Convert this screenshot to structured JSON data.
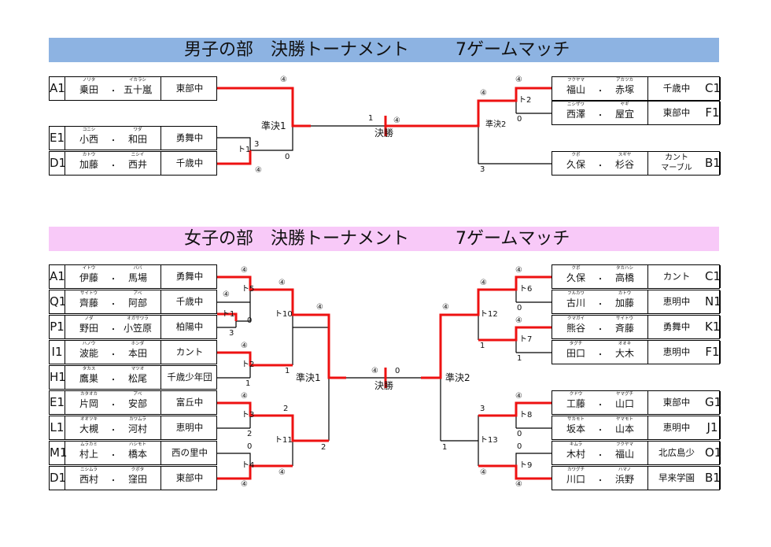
{
  "male": {
    "title_a": "男子の部　決勝トーナメント",
    "title_b": "7ゲームマッチ",
    "left_entries": [
      {
        "code": "A1",
        "p1_kana": "ノリタ",
        "p1": "乗田",
        "p2_kana": "イカラシ",
        "p2": "五十嵐",
        "school": "東部中"
      },
      {
        "code": "E1",
        "p1_kana": "コニシ",
        "p1": "小西",
        "p2_kana": "ワダ",
        "p2": "和田",
        "school": "勇舞中"
      },
      {
        "code": "D1",
        "p1_kana": "カトウ",
        "p1": "加藤",
        "p2_kana": "ニシイ",
        "p2": "西井",
        "school": "千歳中"
      }
    ],
    "right_entries": [
      {
        "code": "C1",
        "p1_kana": "フクヤマ",
        "p1": "福山",
        "p2_kana": "アカツカ",
        "p2": "赤塚",
        "school": "千歳中"
      },
      {
        "code": "F1",
        "p1_kana": "ニシザワ",
        "p1": "西澤",
        "p2_kana": "ヤギ",
        "p2": "屋宜",
        "school": "東部中"
      },
      {
        "code": "B1",
        "p1_kana": "クボ",
        "p1": "久保",
        "p2_kana": "スギヤ",
        "p2": "杉谷",
        "school": "カント\nマーブル"
      }
    ],
    "labels": {
      "m_t1": "ト1",
      "m_t2": "ト2",
      "semi1": "準決1",
      "semi2": "準決2",
      "final": "決勝",
      "s_a1": "④",
      "s_t1_top": "3",
      "s_t1_bot": "④",
      "s_semi1_bot": "0",
      "s_final_left": "1",
      "s_final_right": "④",
      "s_t2_top": "④",
      "s_t2_bot": "0",
      "s_semi2_top": "④",
      "s_semi2_bot": "3"
    }
  },
  "female": {
    "title_a": "女子の部　決勝トーナメント",
    "title_b": "7ゲームマッチ",
    "left_entries": [
      {
        "code": "A1",
        "p1_kana": "イトウ",
        "p1": "伊藤",
        "p2_kana": "ババ",
        "p2": "馬場",
        "school": "勇舞中"
      },
      {
        "code": "Q1",
        "p1_kana": "サイトウ",
        "p1": "齊藤",
        "p2_kana": "アベ",
        "p2": "阿部",
        "school": "千歳中"
      },
      {
        "code": "P1",
        "p1_kana": "ノダ",
        "p1": "野田",
        "p2_kana": "オガサワラ",
        "p2": "小笠原",
        "school": "柏陽中"
      },
      {
        "code": "I1",
        "p1_kana": "ハノウ",
        "p1": "波能",
        "p2_kana": "ホンダ",
        "p2": "本田",
        "school": "カント"
      },
      {
        "code": "H1",
        "p1_kana": "タカス",
        "p1": "鷹巣",
        "p2_kana": "マツオ",
        "p2": "松尾",
        "school": "千歳少年団"
      },
      {
        "code": "E1",
        "p1_kana": "カタオカ",
        "p1": "片岡",
        "p2_kana": "アベ",
        "p2": "安部",
        "school": "富丘中"
      },
      {
        "code": "L1",
        "p1_kana": "オオツキ",
        "p1": "大槻",
        "p2_kana": "カワムラ",
        "p2": "河村",
        "school": "恵明中"
      },
      {
        "code": "M1",
        "p1_kana": "ムラカミ",
        "p1": "村上",
        "p2_kana": "ハシモト",
        "p2": "橋本",
        "school": "西の里中"
      },
      {
        "code": "D1",
        "p1_kana": "ニシムラ",
        "p1": "西村",
        "p2_kana": "クボタ",
        "p2": "窪田",
        "school": "東部中"
      }
    ],
    "right_entries": [
      {
        "code": "C1",
        "p1_kana": "クボ",
        "p1": "久保",
        "p2_kana": "タカハシ",
        "p2": "高橋",
        "school": "カント"
      },
      {
        "code": "N1",
        "p1_kana": "フルカワ",
        "p1": "古川",
        "p2_kana": "カトウ",
        "p2": "加藤",
        "school": "恵明中"
      },
      {
        "code": "K1",
        "p1_kana": "クマガイ",
        "p1": "熊谷",
        "p2_kana": "サイトウ",
        "p2": "斉藤",
        "school": "勇舞中"
      },
      {
        "code": "F1",
        "p1_kana": "タグチ",
        "p1": "田口",
        "p2_kana": "オオキ",
        "p2": "大木",
        "school": "恵明中"
      },
      {
        "code": "G1",
        "p1_kana": "クドウ",
        "p1": "工藤",
        "p2_kana": "ヤマグチ",
        "p2": "山口",
        "school": "東部中"
      },
      {
        "code": "J1",
        "p1_kana": "サカモト",
        "p1": "坂本",
        "p2_kana": "ヤマモト",
        "p2": "山本",
        "school": "恵明中"
      },
      {
        "code": "O1",
        "p1_kana": "キムラ",
        "p1": "木村",
        "p2_kana": "フクヤマ",
        "p2": "福山",
        "school": "北広島少"
      },
      {
        "code": "B1",
        "p1_kana": "カワグチ",
        "p1": "川口",
        "p2_kana": "ハマノ",
        "p2": "浜野",
        "school": "早来学園"
      }
    ],
    "labels": {
      "t1": "ト1",
      "t2": "ト2",
      "t3": "ト3",
      "t4": "ト4",
      "t5": "ト5",
      "t6": "ト6",
      "t7": "ト7",
      "t8": "ト8",
      "t9": "ト9",
      "t10": "ト10",
      "t11": "ト11",
      "t12": "ト12",
      "t13": "ト13",
      "semi1": "準決1",
      "semi2": "準決2",
      "final": "決勝",
      "circ4": "④",
      "n0": "0",
      "n1": "1",
      "n2": "2",
      "n3": "3"
    }
  }
}
